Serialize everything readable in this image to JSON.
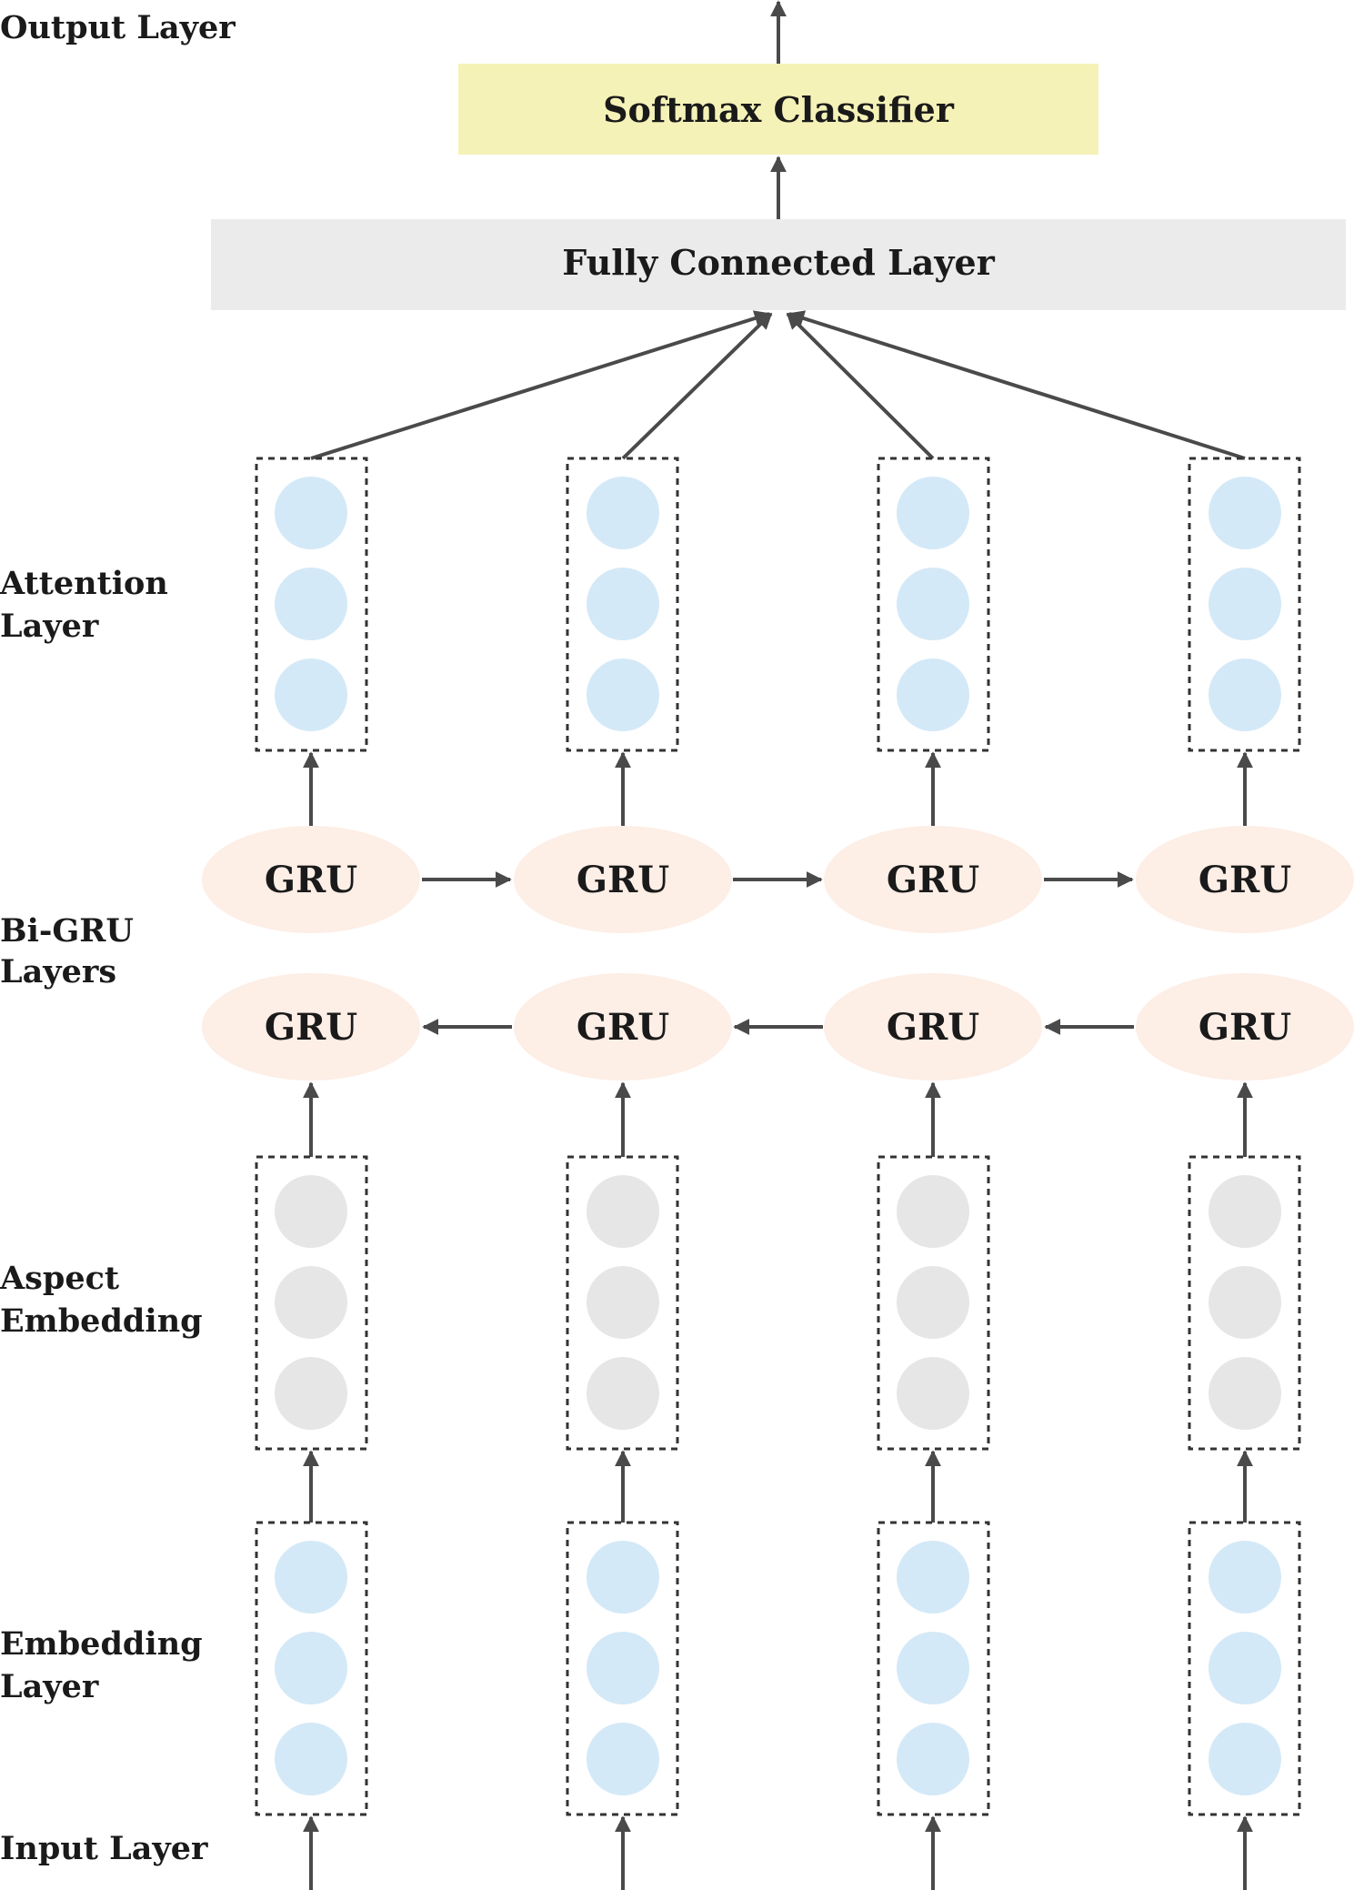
{
  "labels": {
    "output_layer": "Output Layer",
    "attention_layer": [
      "Attention",
      "Layer"
    ],
    "bigru_layers": [
      "Bi-GRU",
      "Layers"
    ],
    "aspect_embedding": [
      "Aspect",
      "Embedding"
    ],
    "embedding_layer": [
      "Embedding",
      "Layer"
    ],
    "input_layer": "Input Layer"
  },
  "boxes": {
    "softmax": "Softmax Classifier",
    "fully_connected": "Fully Connected Layer"
  },
  "gru_label": "GRU",
  "columns": 4,
  "nodes_per_group": 3,
  "colors": {
    "softmax_fill": "#f5f2b8",
    "fc_fill": "#ebebeb",
    "gru_fill": "#fdeee6",
    "blue_node": "#d4e9f7",
    "gray_node": "#e6e6e6",
    "arrow": "#4a4a4a"
  }
}
